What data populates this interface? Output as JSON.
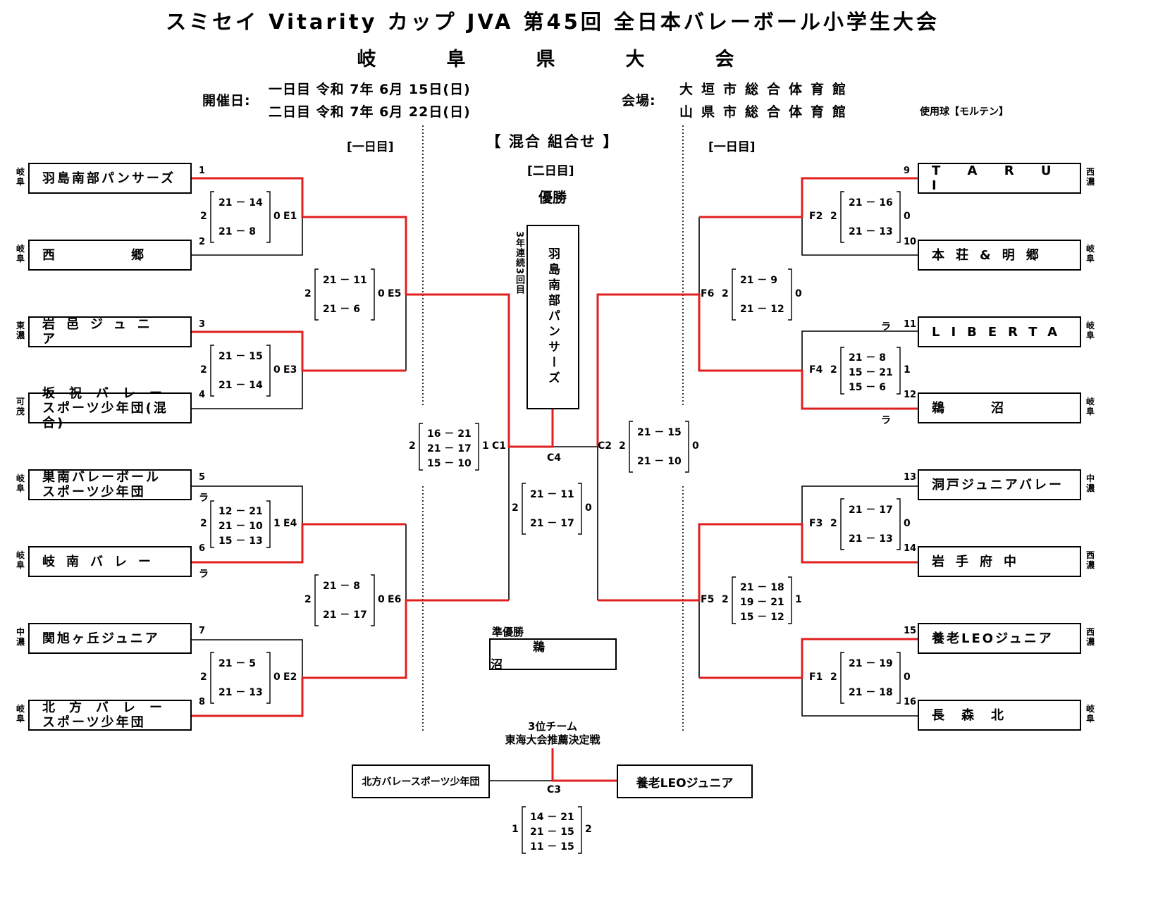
{
  "header": {
    "title": "スミセイ Vitarity カップ JVA 第45回 全日本バレーボール小学生大会",
    "subtitle": "岐阜県大会",
    "date_label": "開催日:",
    "day1_date": "一日目 令和 7年 6月 15日(日)",
    "day2_date": "二日目 令和 7年 6月 22日(日)",
    "venue_label": "会場:",
    "venue1": "大垣市総合体育館",
    "venue2": "山県市総合体育館",
    "ball": "使用球【モルテン】"
  },
  "section": {
    "division": "【 混合 組合せ 】",
    "day1_left": "[一日目]",
    "day1_right": "[一日目]",
    "day2": "[二日目]",
    "champion_label": "優勝",
    "champion_note": "3年連続3回目",
    "champion": "羽島南部パンサーズ",
    "runner_up_label": "準優勝",
    "runner_up": "鵜 沼",
    "third_label1": "3位チーム",
    "third_label2": "東海大会推薦決定戦",
    "third_left": "北方バレースポーツ少年団",
    "third_right": "養老LEOジュニア"
  },
  "teams_left": [
    {
      "num": "1",
      "pref": "岐阜",
      "line1": "羽島南部パンサーズ",
      "line2": ""
    },
    {
      "num": "2",
      "pref": "岐阜",
      "line1": "西　　　　　郷",
      "line2": ""
    },
    {
      "num": "3",
      "pref": "東濃",
      "line1": "岩邑ジュニア",
      "line2": ""
    },
    {
      "num": "4",
      "pref": "可茂",
      "line1": "坂祝バレー",
      "line2": "スポーツ少年団(混合)"
    },
    {
      "num": "5",
      "pref": "岐阜",
      "line1": "巣南バレーボール",
      "line2": "スポーツ少年団"
    },
    {
      "num": "6",
      "pref": "岐阜",
      "line1": "岐南バレー",
      "line2": ""
    },
    {
      "num": "7",
      "pref": "中濃",
      "line1": "関旭ヶ丘ジュニア",
      "line2": ""
    },
    {
      "num": "8",
      "pref": "岐阜",
      "line1": "北方バレー",
      "line2": "スポーツ少年団"
    }
  ],
  "teams_right": [
    {
      "num": "9",
      "pref": "西濃",
      "line1": "T A R U I",
      "line2": ""
    },
    {
      "num": "10",
      "pref": "岐阜",
      "line1": "本荘&明郷",
      "line2": ""
    },
    {
      "num": "11",
      "pref": "岐阜",
      "line1": "LIBERTA",
      "line2": ""
    },
    {
      "num": "12",
      "pref": "岐阜",
      "line1": "鵜　　　沼",
      "line2": ""
    },
    {
      "num": "13",
      "pref": "中濃",
      "line1": "洞戸ジュニアバレー",
      "line2": ""
    },
    {
      "num": "14",
      "pref": "西濃",
      "line1": "岩手府中",
      "line2": ""
    },
    {
      "num": "15",
      "pref": "西濃",
      "line1": "養老LEOジュニア",
      "line2": ""
    },
    {
      "num": "16",
      "pref": "岐阜",
      "line1": "長　森　北",
      "line2": ""
    }
  ],
  "matches": {
    "E1": {
      "code": "E1",
      "top": "2",
      "bottom": "0",
      "sets": [
        "21 － 14",
        "21 － 8"
      ]
    },
    "E3": {
      "code": "E3",
      "top": "2",
      "bottom": "0",
      "sets": [
        "21 － 15",
        "21 － 14"
      ]
    },
    "E4": {
      "code": "E4",
      "top": "2",
      "bottom": "1",
      "sets": [
        "12 － 21",
        "21 － 10",
        "15 － 13"
      ]
    },
    "E2": {
      "code": "E2",
      "top": "2",
      "bottom": "0",
      "sets": [
        "21 － 5",
        "21 － 13"
      ]
    },
    "E5": {
      "code": "E5",
      "top": "2",
      "bottom": "0",
      "sets": [
        "21 － 11",
        "21 － 6"
      ]
    },
    "E6": {
      "code": "E6",
      "top": "2",
      "bottom": "0",
      "sets": [
        "21 － 8",
        "21 － 17"
      ]
    },
    "C1": {
      "code": "C1",
      "top": "2",
      "bottom": "1",
      "sets": [
        "16 － 21",
        "21 － 17",
        "15 － 10"
      ]
    },
    "C2": {
      "code": "C2",
      "top": "2",
      "bottom": "0",
      "sets": [
        "21 － 15",
        "21 － 10"
      ]
    },
    "C4": {
      "code": "C4",
      "top": "2",
      "bottom": "0",
      "sets": [
        "21 － 11",
        "21 － 17"
      ]
    },
    "F2": {
      "code": "F2",
      "top": "2",
      "bottom": "0",
      "sets": [
        "21 － 16",
        "21 － 13"
      ]
    },
    "F4": {
      "code": "F4",
      "top": "2",
      "bottom": "1",
      "sets": [
        "21 － 8",
        "15 － 21",
        "15 － 6"
      ]
    },
    "F3": {
      "code": "F3",
      "top": "2",
      "bottom": "0",
      "sets": [
        "21 － 17",
        "21 － 13"
      ]
    },
    "F1": {
      "code": "F1",
      "top": "2",
      "bottom": "0",
      "sets": [
        "21 － 19",
        "21 － 18"
      ]
    },
    "F6": {
      "code": "F6",
      "top": "2",
      "bottom": "0",
      "sets": [
        "21 － 9",
        "21 － 12"
      ]
    },
    "F5": {
      "code": "F5",
      "top": "2",
      "bottom": "1",
      "sets": [
        "21 － 18",
        "19 － 21",
        "15 － 12"
      ]
    },
    "C3": {
      "code": "C3",
      "top": "1",
      "bottom": "2",
      "sets": [
        "14 － 21",
        "21 － 15",
        "11 － 15"
      ]
    }
  },
  "rotation_mark": "ラ",
  "colors": {
    "win": "#e02020",
    "line": "#000000"
  }
}
